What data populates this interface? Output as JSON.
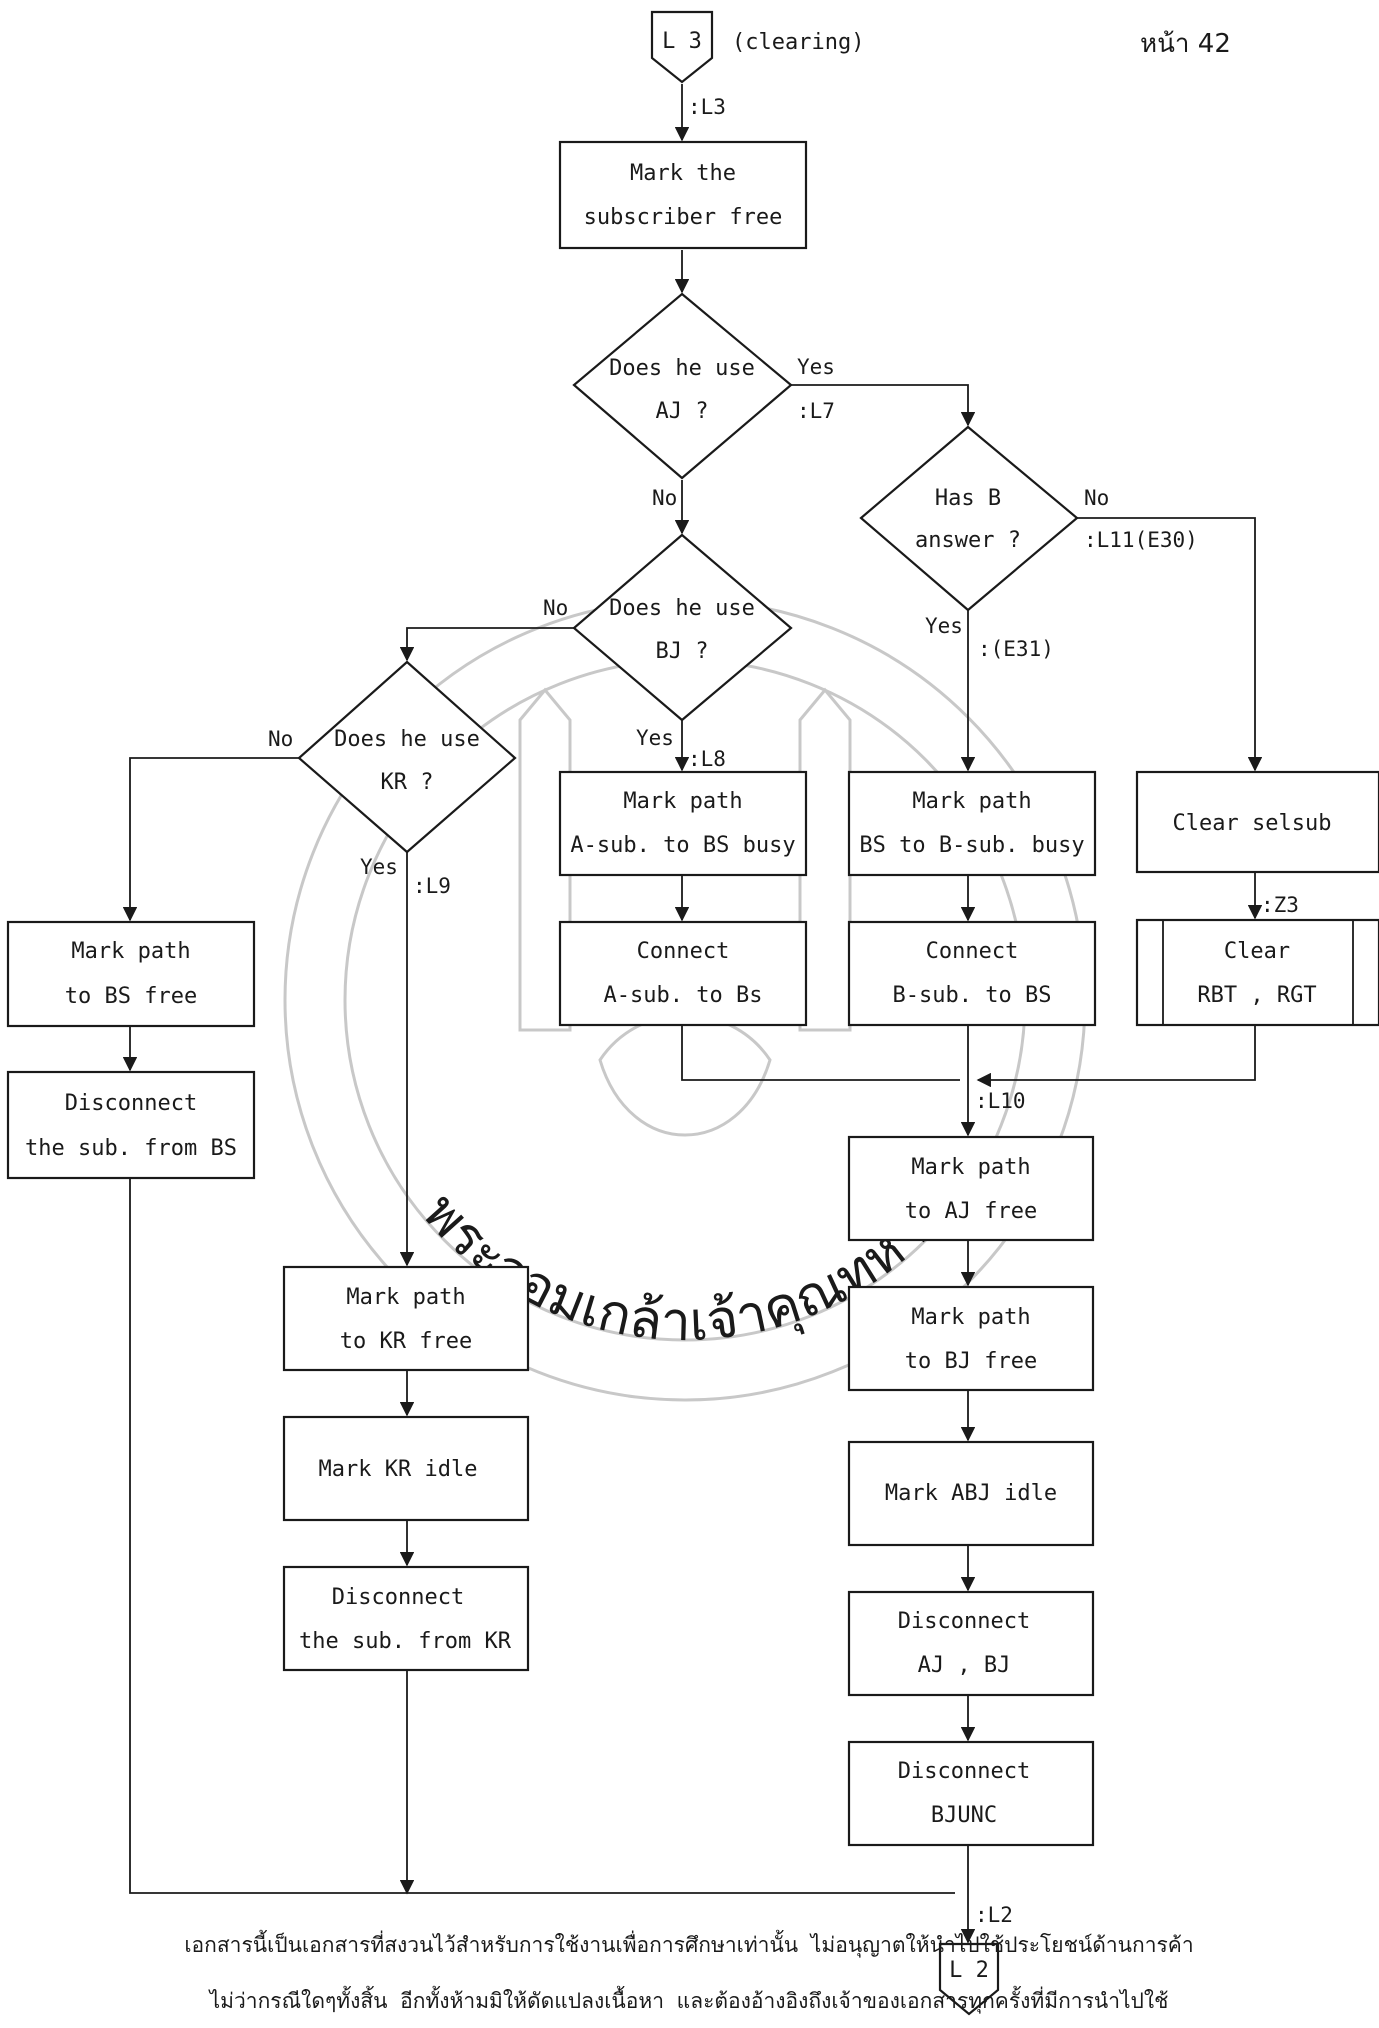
{
  "page_number": "หน้า 42",
  "connectors": {
    "start": {
      "text": "L 3",
      "note": "(clearing)"
    },
    "end": {
      "text": "L 2"
    }
  },
  "nodes": {
    "mark_free": [
      "Mark the",
      "subscriber free"
    ],
    "q_aj": [
      "Does he use",
      "AJ ?"
    ],
    "q_b_answer": [
      "Has B",
      "answer ?"
    ],
    "q_bj": [
      "Does he use",
      "BJ ?"
    ],
    "q_kr": [
      "Does he use",
      "KR ?"
    ],
    "mark_a_bs_busy": [
      "Mark path",
      "A-sub. to BS busy"
    ],
    "mark_bs_b_busy": [
      "Mark path",
      "BS to B-sub. busy"
    ],
    "clear_selsub": [
      "Clear selsub"
    ],
    "connect_a": [
      "Connect",
      "A-sub. to Bs"
    ],
    "connect_b": [
      "Connect",
      "B-sub. to BS"
    ],
    "clear_rbt": [
      "Clear",
      "RBT , RGT"
    ],
    "mark_bs_free": [
      "Mark path",
      "to BS free"
    ],
    "disconnect_bs": [
      "Disconnect",
      "the sub. from BS"
    ],
    "mark_aj_free": [
      "Mark path",
      "to AJ free"
    ],
    "mark_kr_free": [
      "Mark path",
      "to KR free"
    ],
    "mark_bj_free": [
      "Mark path",
      "to BJ free"
    ],
    "mark_kr_idle": [
      "Mark KR idle"
    ],
    "mark_abj_idle": [
      "Mark ABJ idle"
    ],
    "disconnect_kr": [
      "Disconnect",
      "the sub. from KR"
    ],
    "disconnect_aj_bj": [
      "Disconnect",
      "AJ , BJ"
    ],
    "disconnect_bjunc": [
      "Disconnect",
      "BJUNC"
    ]
  },
  "labels": {
    "l3": ":L3",
    "yes_aj": "Yes",
    "l7": ":L7",
    "no_aj": "No",
    "no_b": "No",
    "l11": ":L11(E30)",
    "yes_b": "Yes",
    "e31": ":(E31)",
    "no_bj": "No",
    "yes_bj": "Yes",
    "l8": ":L8",
    "no_kr": "No",
    "yes_kr": "Yes",
    "l9": ":L9",
    "z3": ":Z3",
    "l10": ":L10",
    "l2": ":L2"
  },
  "watermark": {
    "seal_text": "พระจอมเกล้าเจ้าคุณทหาร",
    "line1": "เอกสารนี้เป็นเอกสารที่สงวนไว้สำหรับการใช้งานเพื่อการศึกษาเท่านั้น ไม่อนุญาตให้นำไปใช้ประโยชน์ด้านการค้า",
    "line2": "ไม่ว่ากรณีใดๆทั้งสิ้น อีกทั้งห้ามมิให้ดัดแปลงเนื้อหา และต้องอ้างอิงถึงเจ้าของเอกสารทุกครั้งที่มีการนำไปใช้"
  }
}
